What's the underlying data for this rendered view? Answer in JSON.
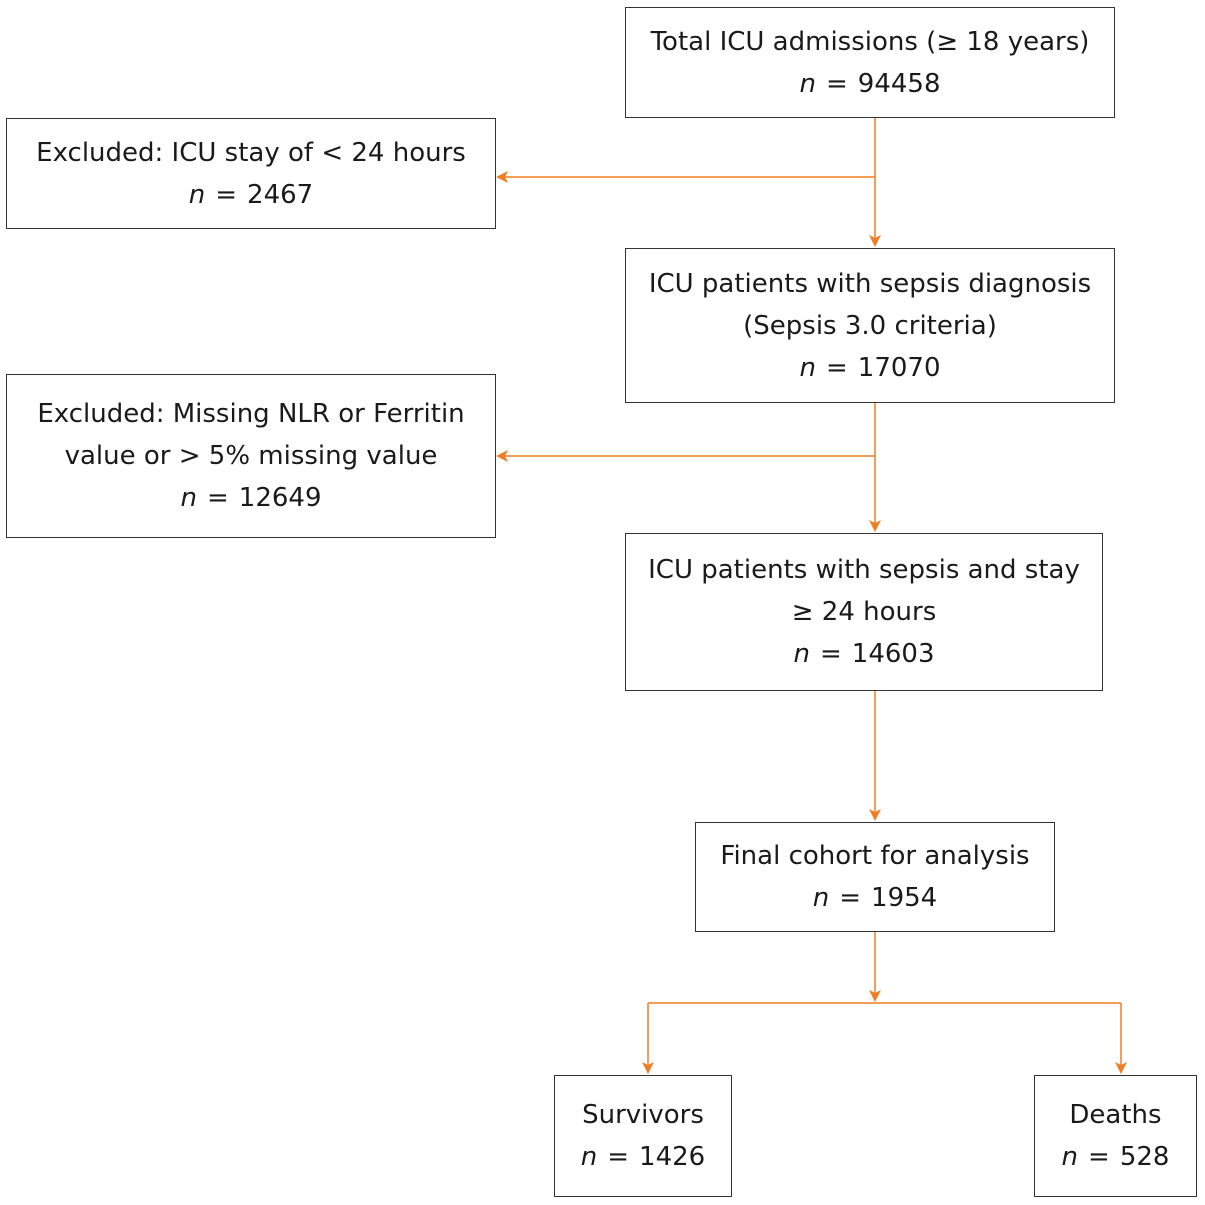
{
  "colors": {
    "arrow": "#ef7d22",
    "box_border": "#333333",
    "text": "#1a1a1a"
  },
  "nodes": {
    "total": {
      "lines": [
        "Total ICU admissions (≥ 18 years)"
      ],
      "n_label": "n",
      "n_eq": "=",
      "n_value": "94458"
    },
    "excluded_stay": {
      "lines": [
        "Excluded: ICU stay of < 24 hours"
      ],
      "n_label": "n",
      "n_eq": "=",
      "n_value": "2467"
    },
    "sepsis": {
      "lines": [
        "ICU patients with sepsis diagnosis",
        "(Sepsis 3.0 criteria)"
      ],
      "n_label": "n",
      "n_eq": "=",
      "n_value": "17070"
    },
    "excluded_missing": {
      "lines": [
        "Excluded: Missing NLR or Ferritin",
        "value or > 5% missing value"
      ],
      "n_label": "n",
      "n_eq": "=",
      "n_value": "12649"
    },
    "sepsis_stay": {
      "lines": [
        "ICU patients with sepsis and stay",
        "≥ 24 hours"
      ],
      "n_label": "n",
      "n_eq": "=",
      "n_value": "14603"
    },
    "final": {
      "lines": [
        "Final cohort for analysis"
      ],
      "n_label": "n",
      "n_eq": "=",
      "n_value": "1954"
    },
    "survivors": {
      "lines": [
        "Survivors"
      ],
      "n_label": "n",
      "n_eq": "=",
      "n_value": "1426"
    },
    "deaths": {
      "lines": [
        "Deaths"
      ],
      "n_label": "n",
      "n_eq": "=",
      "n_value": "528"
    }
  }
}
